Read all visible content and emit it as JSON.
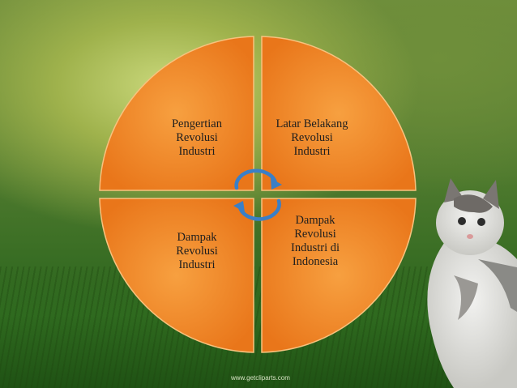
{
  "quadrants": {
    "top_left": "Pengertian\nRevolusi\nIndustri",
    "top_right": "Latar Belakang\nRevolusi\nIndustri",
    "bottom_left": "Dampak\nRevolusi\nIndustri",
    "bottom_right": "Dampak\nRevolusi\nIndustri di\nIndonesia"
  },
  "watermark": "www.getcliparts.com",
  "colors": {
    "quadrant_fill": "#f28a22",
    "quadrant_edge": "#d86a0e",
    "arrow": "#3a7fc7",
    "background": "#4f7a2e"
  },
  "icons": [
    "cycle-arrows-icon",
    "kitten-illustration"
  ]
}
